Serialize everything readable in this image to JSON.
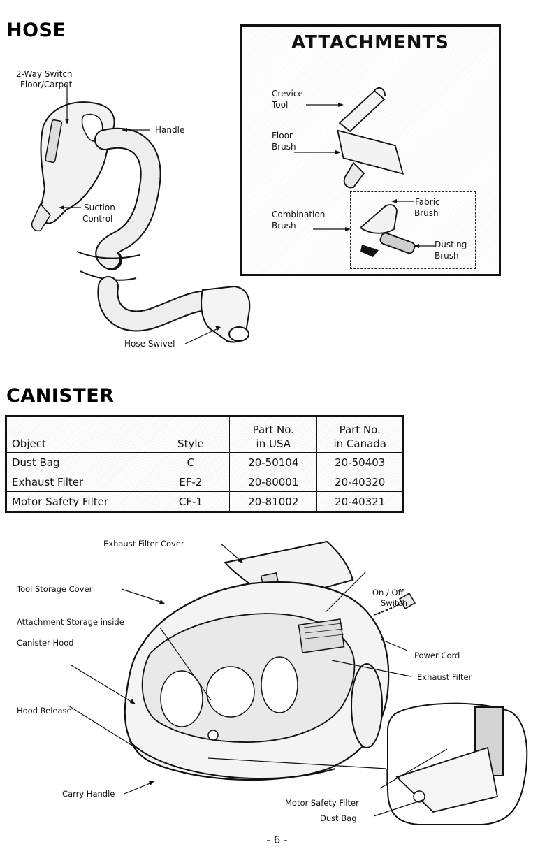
{
  "hose": {
    "title": "HOSE",
    "labels": {
      "switch_line1": "2-Way Switch",
      "switch_line2": "Floor/Carpet",
      "handle": "Handle",
      "suction_line1": "Suction",
      "suction_line2": "Control",
      "swivel": "Hose Swivel"
    }
  },
  "attachments": {
    "title": "ATTACHMENTS",
    "labels": {
      "crevice_line1": "Crevice",
      "crevice_line2": "Tool",
      "floor_line1": "Floor",
      "floor_line2": "Brush",
      "combination_line1": "Combination",
      "combination_line2": "Brush",
      "fabric_line1": "Fabric",
      "fabric_line2": "Brush",
      "dusting_line1": "Dusting",
      "dusting_line2": "Brush"
    }
  },
  "canister": {
    "title": "CANISTER",
    "table": {
      "headers": {
        "object": "Object",
        "style": "Style",
        "usa_line1": "Part No.",
        "usa_line2": "in USA",
        "canada_line1": "Part No.",
        "canada_line2": "in Canada"
      },
      "rows": [
        {
          "object": "Dust Bag",
          "style": "C",
          "usa": "20-50104",
          "canada": "20-50403"
        },
        {
          "object": "Exhaust Filter",
          "style": "EF-2",
          "usa": "20-80001",
          "canada": "20-40320"
        },
        {
          "object": "Motor Safety Filter",
          "style": "CF-1",
          "usa": "20-81002",
          "canada": "20-40321"
        }
      ]
    },
    "labels": {
      "exhaust_cover": "Exhaust Filter Cover",
      "tool_storage": "Tool Storage Cover",
      "attach_line1": "Attachment Storage inside",
      "attach_line2": "Canister Hood",
      "hood_release": "Hood Release",
      "carry_handle": "Carry Handle",
      "onoff_line1": "On / Off",
      "onoff_line2": "Switch",
      "power_cord": "Power Cord",
      "exhaust_filter": "Exhaust Filter",
      "motor_safety": "Motor Safety Filter",
      "dust_bag": "Dust Bag"
    }
  },
  "page_number": "- 6 -"
}
